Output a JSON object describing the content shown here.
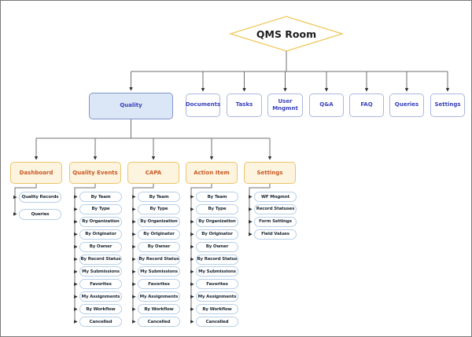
{
  "root": {
    "label": "QMS Room"
  },
  "level2": [
    {
      "label": "Quality",
      "highlighted": true
    },
    {
      "label": "Documents"
    },
    {
      "label": "Tasks"
    },
    {
      "label": "User Mngmnt"
    },
    {
      "label": "Q&A"
    },
    {
      "label": "FAQ"
    },
    {
      "label": "Queries"
    },
    {
      "label": "Settings"
    }
  ],
  "quality_sections": [
    {
      "label": "Dashboard",
      "items": [
        "Quality Records",
        "Queries"
      ]
    },
    {
      "label": "Quality Events",
      "items": [
        "By Team",
        "By Type",
        "By Organization",
        "By Originator",
        "By Owner",
        "By Record Status",
        "My Submissions",
        "Favorites",
        "My Assignments",
        "By Workflow",
        "Cancelled"
      ]
    },
    {
      "label": "CAPA",
      "items": [
        "By Team",
        "By Type",
        "By Organization",
        "By Originator",
        "By Owner",
        "By Record Status",
        "My Submissions",
        "Favorites",
        "My Assignments",
        "By Workflow",
        "Cancelled"
      ]
    },
    {
      "label": "Action Item",
      "items": [
        "By Team",
        "By Type",
        "By Organization",
        "By Originator",
        "By Owner",
        "By Record Status",
        "My Submissions",
        "Favorites",
        "My Assignments",
        "By Workflow",
        "Cancelled"
      ]
    },
    {
      "label": "Settings",
      "items": [
        "WF Mngmnt",
        "Record Statuses",
        "Form Settings",
        "Field Values"
      ]
    }
  ],
  "colors": {
    "root_border": "#efc95c",
    "level2_text": "#3b43bc",
    "level2_border": "#aab7e0",
    "quality_fill": "#dbe6f6",
    "quality_border": "#8396c9",
    "section_fill": "#fdf4e0",
    "section_border": "#ecc468",
    "section_text": "#c85a22",
    "pill_border": "#b7cfe8",
    "pill_text": "#202b36",
    "wire": "#6f6f6f",
    "arrow": "#2e2e2e"
  }
}
